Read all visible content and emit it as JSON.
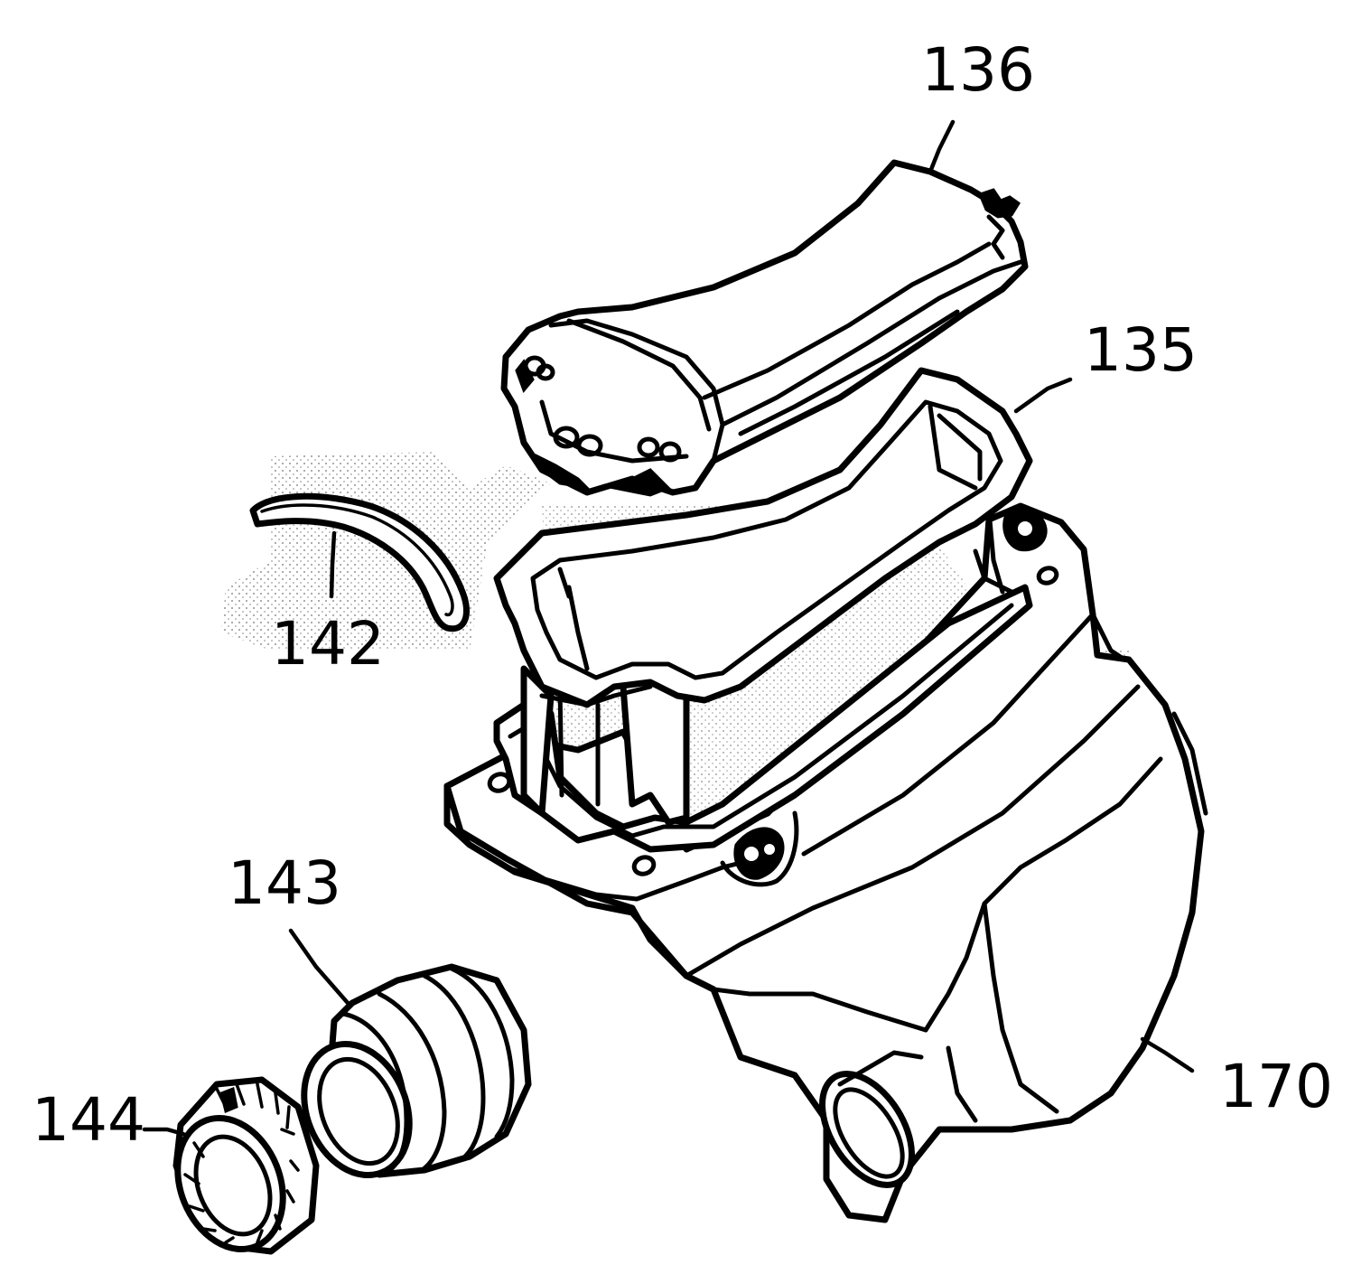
{
  "labels": {
    "top_cover": "136",
    "gasket": "135",
    "seal_strip": "142",
    "hose_coupler": "143",
    "hose_clamp": "144",
    "housing": "170"
  }
}
